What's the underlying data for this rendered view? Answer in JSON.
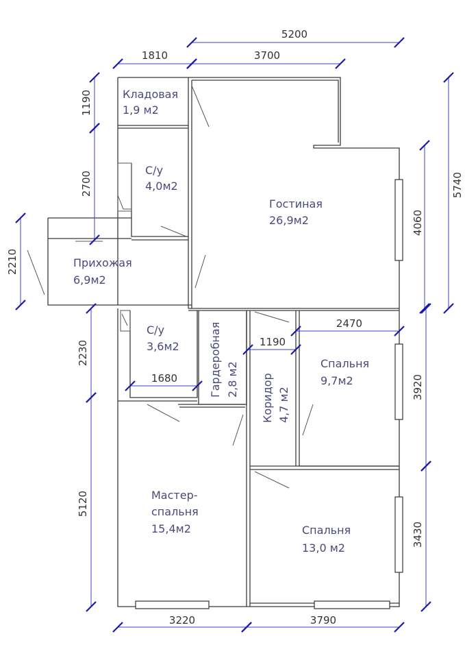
{
  "rooms": {
    "storage": {
      "name": "Кладовая",
      "area": "1,9 м2"
    },
    "bathroom1": {
      "name": "С/у",
      "area": "4,0м2"
    },
    "living": {
      "name": "Гостиная",
      "area": "26,9м2"
    },
    "hallway": {
      "name": "Прихожая",
      "area": "6,9м2"
    },
    "bathroom2": {
      "name": "С/у",
      "area": "3,6м2"
    },
    "wardrobe": {
      "name": "Гардеробная",
      "area": "2,8 м2"
    },
    "corridor": {
      "name": "Коридор",
      "area": "4,7 м2"
    },
    "bedroom1": {
      "name": "Спальня",
      "area": "9,7м2"
    },
    "master": {
      "name_line1": "Мастер-",
      "name_line2": "спальня",
      "area": "15,4м2"
    },
    "bedroom2": {
      "name": "Спальня",
      "area": "13,0 м2"
    }
  },
  "dimensions": {
    "top_total": "5200",
    "top_left": "1810",
    "top_right": "3700",
    "left_storage": "1190",
    "left_bath": "2700",
    "left_hall": "2210",
    "right_total": "5740",
    "right_living": "4060",
    "left_bath2": "2230",
    "left_master": "5120",
    "bath2_width": "1680",
    "corridor_width": "1190",
    "bedroom1_width": "2470",
    "right_bedroom1": "3920",
    "right_bedroom2": "3430",
    "bottom_left": "3220",
    "bottom_right": "3790"
  },
  "colors": {
    "dimension": "#1a1aa8",
    "wall": "#3a3a3a"
  }
}
